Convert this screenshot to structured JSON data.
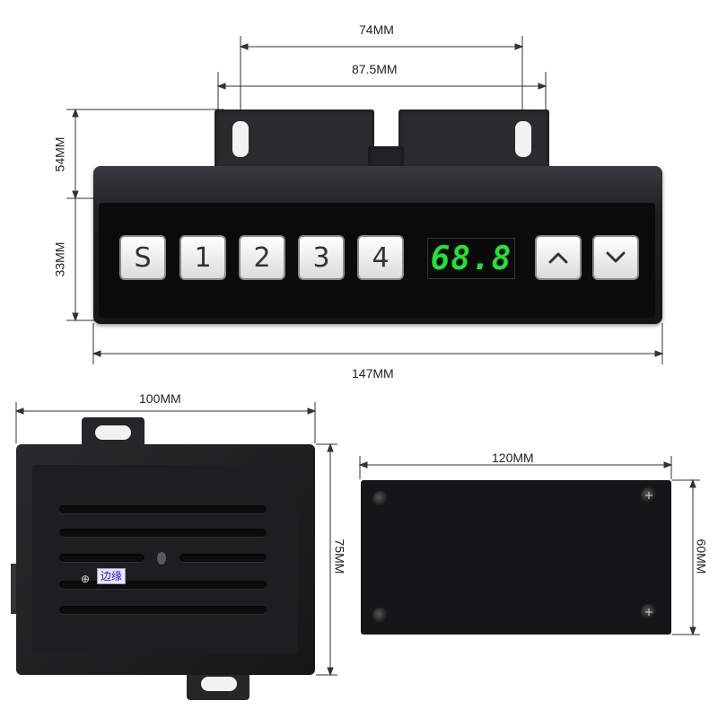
{
  "controller": {
    "dim_top_inner": "74MM",
    "dim_top_outer": "87.5MM",
    "dim_height_total": "54MM",
    "dim_height_body": "33MM",
    "dim_width": "147MM",
    "keys": [
      "S",
      "1",
      "2",
      "3",
      "4"
    ],
    "display_value": "68.8",
    "up_icon": "chevron-up-icon",
    "down_icon": "chevron-down-icon",
    "display_color": "#22e233"
  },
  "control_box": {
    "dim_width": "100MM",
    "dim_height": "75MM",
    "badge_text": "边缘"
  },
  "mount_plate": {
    "dim_width": "120MM",
    "dim_height": "60MM"
  }
}
